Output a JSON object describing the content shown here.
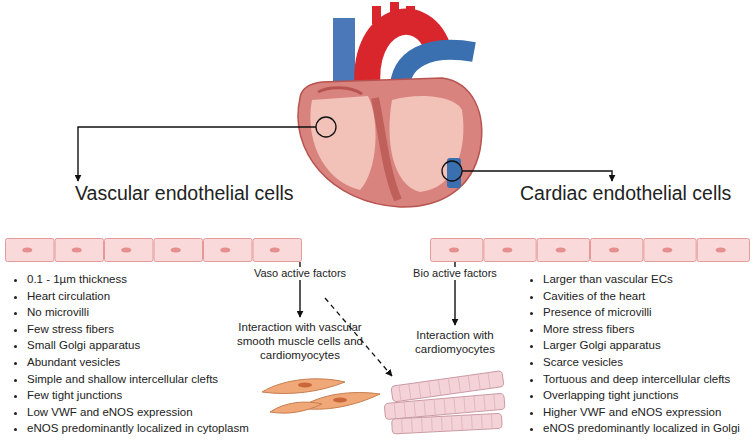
{
  "diagram": {
    "nodes": [
      {
        "text": [
          "Vascular endothelial cells"
        ]
      },
      {
        "text": [
          "Cardiac endothelial cells"
        ]
      },
      {
        "text": [
          "Interaction with vascular smooth muscle cells and cardiomyocytes"
        ]
      },
      {
        "text": [
          "Interaction with cardiomyocytes"
        ]
      }
    ],
    "edges": [
      {
        "from": 0,
        "to": 2,
        "label": "Vaso active factors",
        "arrow": "to"
      },
      {
        "from": 1,
        "to": 3,
        "label": "Bio active factors",
        "arrow": "to"
      }
    ],
    "labels": [
      "0.1 - 1µm thickness",
      "Heart circulation",
      "No microvilli",
      "Few stress fibers",
      "Small Golgi apparatus",
      "Abundant vesicles",
      "Simple and shallow intercellular clefts",
      "Few tight junctions",
      "Low VWF and eNOS expression",
      "eNOS predominantly localized in cytoplasm",
      "Larger than vascular ECs",
      "Cavities of the heart",
      "Presence of microvilli",
      "More stress fibers",
      "Larger Golgi apparatus",
      "Scarce vesicles",
      "Tortuous and deep intercellular clefts",
      "Overlapping tight junctions",
      "Higher VWF and eNOS expression",
      "eNOS predominantly localized in Golgi"
    ]
  }
}
